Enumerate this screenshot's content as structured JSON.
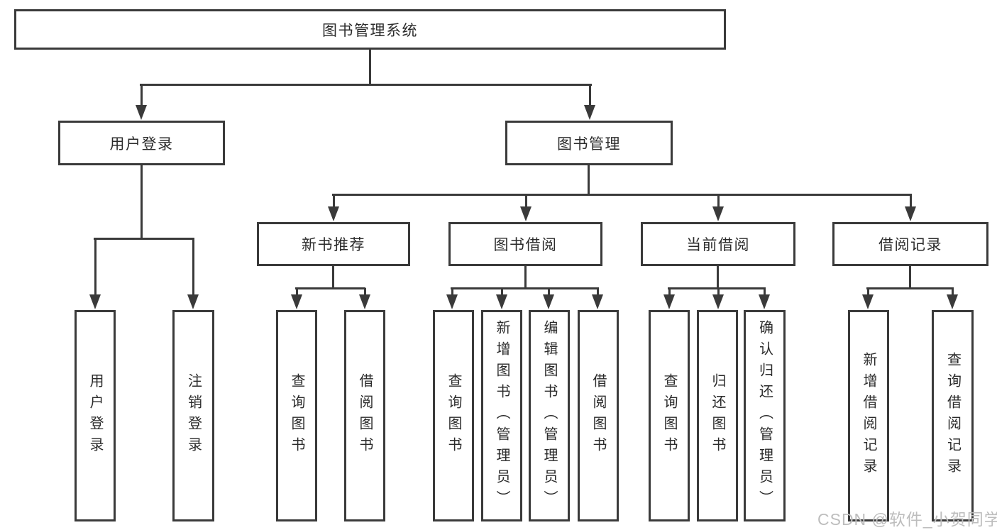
{
  "tree": {
    "root": "图书管理系统",
    "children": [
      {
        "label": "用户登录",
        "children": [
          "用户登录",
          "注销登录"
        ]
      },
      {
        "label": "图书管理",
        "children": [
          {
            "label": "新书推荐",
            "children": [
              "查询图书",
              "借阅图书"
            ]
          },
          {
            "label": "图书借阅",
            "children": [
              "查询图书",
              "新增图书（管理员）",
              "编辑图书（管理员）",
              "借阅图书"
            ]
          },
          {
            "label": "当前借阅",
            "children": [
              "查询图书",
              "归还图书",
              "确认归还（管理员）"
            ]
          },
          {
            "label": "借阅记录",
            "children": [
              "新增借阅记录",
              "查询借阅记录"
            ]
          }
        ]
      }
    ]
  },
  "watermark": "CSDN @软件_小贺同学",
  "colors": {
    "line": "#3a3a3a",
    "text": "#2b2b2b",
    "background": "#ffffff",
    "watermark": "#bdbdbd"
  }
}
